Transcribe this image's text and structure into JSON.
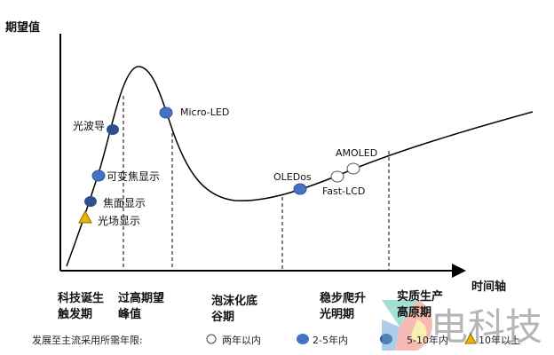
{
  "axes": {
    "y_label": "期望值",
    "x_label": "时间轴"
  },
  "phases": [
    {
      "line1": "科技诞生",
      "line2": "触发期"
    },
    {
      "line1": "过高期望",
      "line2": "峰值"
    },
    {
      "line1": "泡沫化底",
      "line2": "谷期"
    },
    {
      "line1": "稳步爬升",
      "line2": "光明期"
    },
    {
      "line1": "实质生产",
      "line2": "高原期"
    }
  ],
  "technologies": [
    {
      "name": "光场显示",
      "category": "10年以上"
    },
    {
      "name": "焦面显示",
      "category": "5-10年内"
    },
    {
      "name": "可变焦显示",
      "category": "2-5年内"
    },
    {
      "name": "光波导",
      "category": "5-10年内"
    },
    {
      "name": "Micro-LED",
      "category": "2-5年内"
    },
    {
      "name": "OLEDos",
      "category": "2-5年内"
    },
    {
      "name": "Fast-LCD",
      "category": "两年以内"
    },
    {
      "name": "AMOLED",
      "category": "两年以内"
    }
  ],
  "legend": {
    "title": "发展至主流采用所需年限:",
    "items": [
      {
        "label": "两年以内",
        "marker": "open-circle",
        "color": "#ffffff"
      },
      {
        "label": "2-5年内",
        "marker": "circle",
        "color": "#4472c4"
      },
      {
        "label": "5-10年内",
        "marker": "circle",
        "color": "#2f4f8f"
      },
      {
        "label": "10年以上",
        "marker": "triangle",
        "color": "#f0b400"
      }
    ]
  },
  "watermark": "电科技"
}
